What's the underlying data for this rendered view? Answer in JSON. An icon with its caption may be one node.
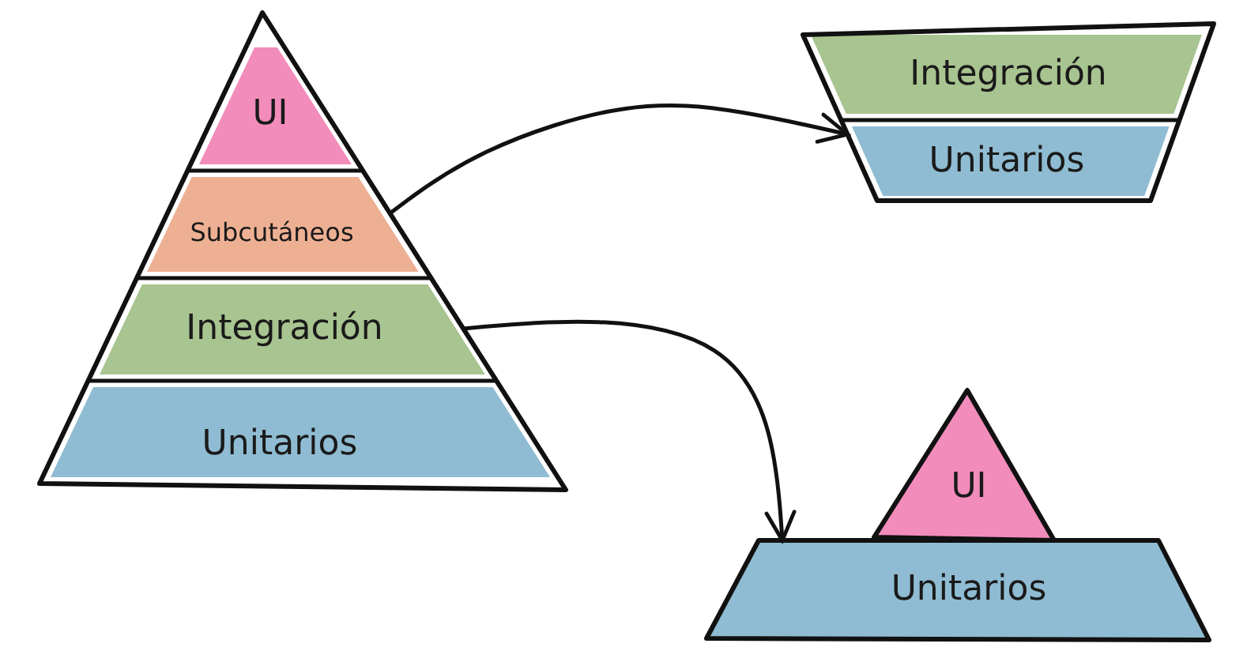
{
  "diagram": {
    "nodes": [
      {
        "text": [],
        "shape": "triangle"
      },
      {
        "text": [
          "UI"
        ],
        "in": 0
      },
      {
        "text": [
          "Subcutáneos"
        ],
        "in": 0
      },
      {
        "text": [
          "Integración"
        ],
        "in": 0
      },
      {
        "text": [
          "Unitarios"
        ],
        "in": 0
      },
      {
        "text": [],
        "shape": "trapezoid"
      },
      {
        "text": [
          "Integración"
        ],
        "in": 5
      },
      {
        "text": [
          "Unitarios"
        ],
        "in": 5
      },
      {
        "text": [
          "UI"
        ]
      },
      {
        "text": [
          "Unitarios"
        ]
      }
    ],
    "edges": [
      {
        "from": 0,
        "to": 5,
        "arrow": "to"
      },
      {
        "from": 0,
        "to": 9,
        "arrow": "to"
      }
    ]
  }
}
